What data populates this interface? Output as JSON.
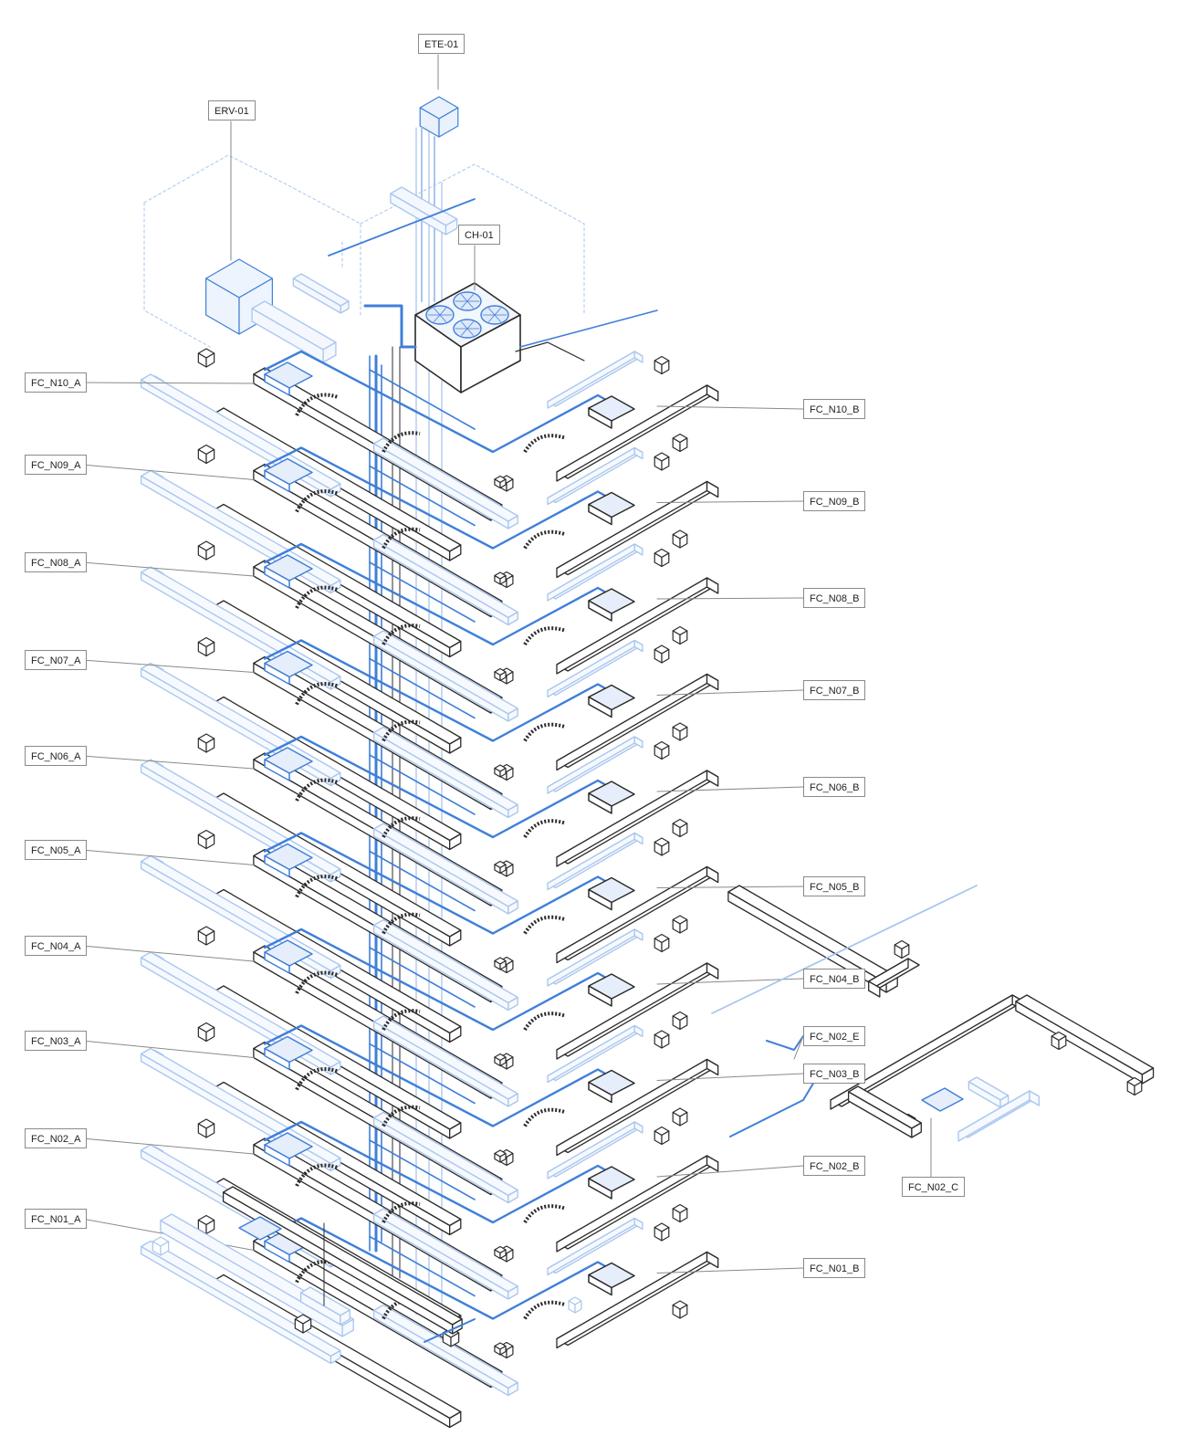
{
  "colors": {
    "background": "#ffffff",
    "structure": "#2b2b2b",
    "ductwork": "#3f7fd8",
    "ductwork_light": "#a9c6ee",
    "leader": "#8a8a8a"
  },
  "equipment": {
    "exhaust_fan": "ETE-01",
    "erv": "ERV-01",
    "chiller": "CH-01"
  },
  "fan_coils": {
    "a_side": [
      "FC_N10_A",
      "FC_N09_A",
      "FC_N08_A",
      "FC_N07_A",
      "FC_N06_A",
      "FC_N05_A",
      "FC_N04_A",
      "FC_N03_A",
      "FC_N02_A",
      "FC_N01_A"
    ],
    "b_side": [
      "FC_N10_B",
      "FC_N09_B",
      "FC_N08_B",
      "FC_N07_B",
      "FC_N06_B",
      "FC_N05_B",
      "FC_N04_B",
      "FC_N03_B",
      "FC_N02_B",
      "FC_N01_B"
    ],
    "extra": [
      "FC_N02_E",
      "FC_N02_C"
    ]
  }
}
